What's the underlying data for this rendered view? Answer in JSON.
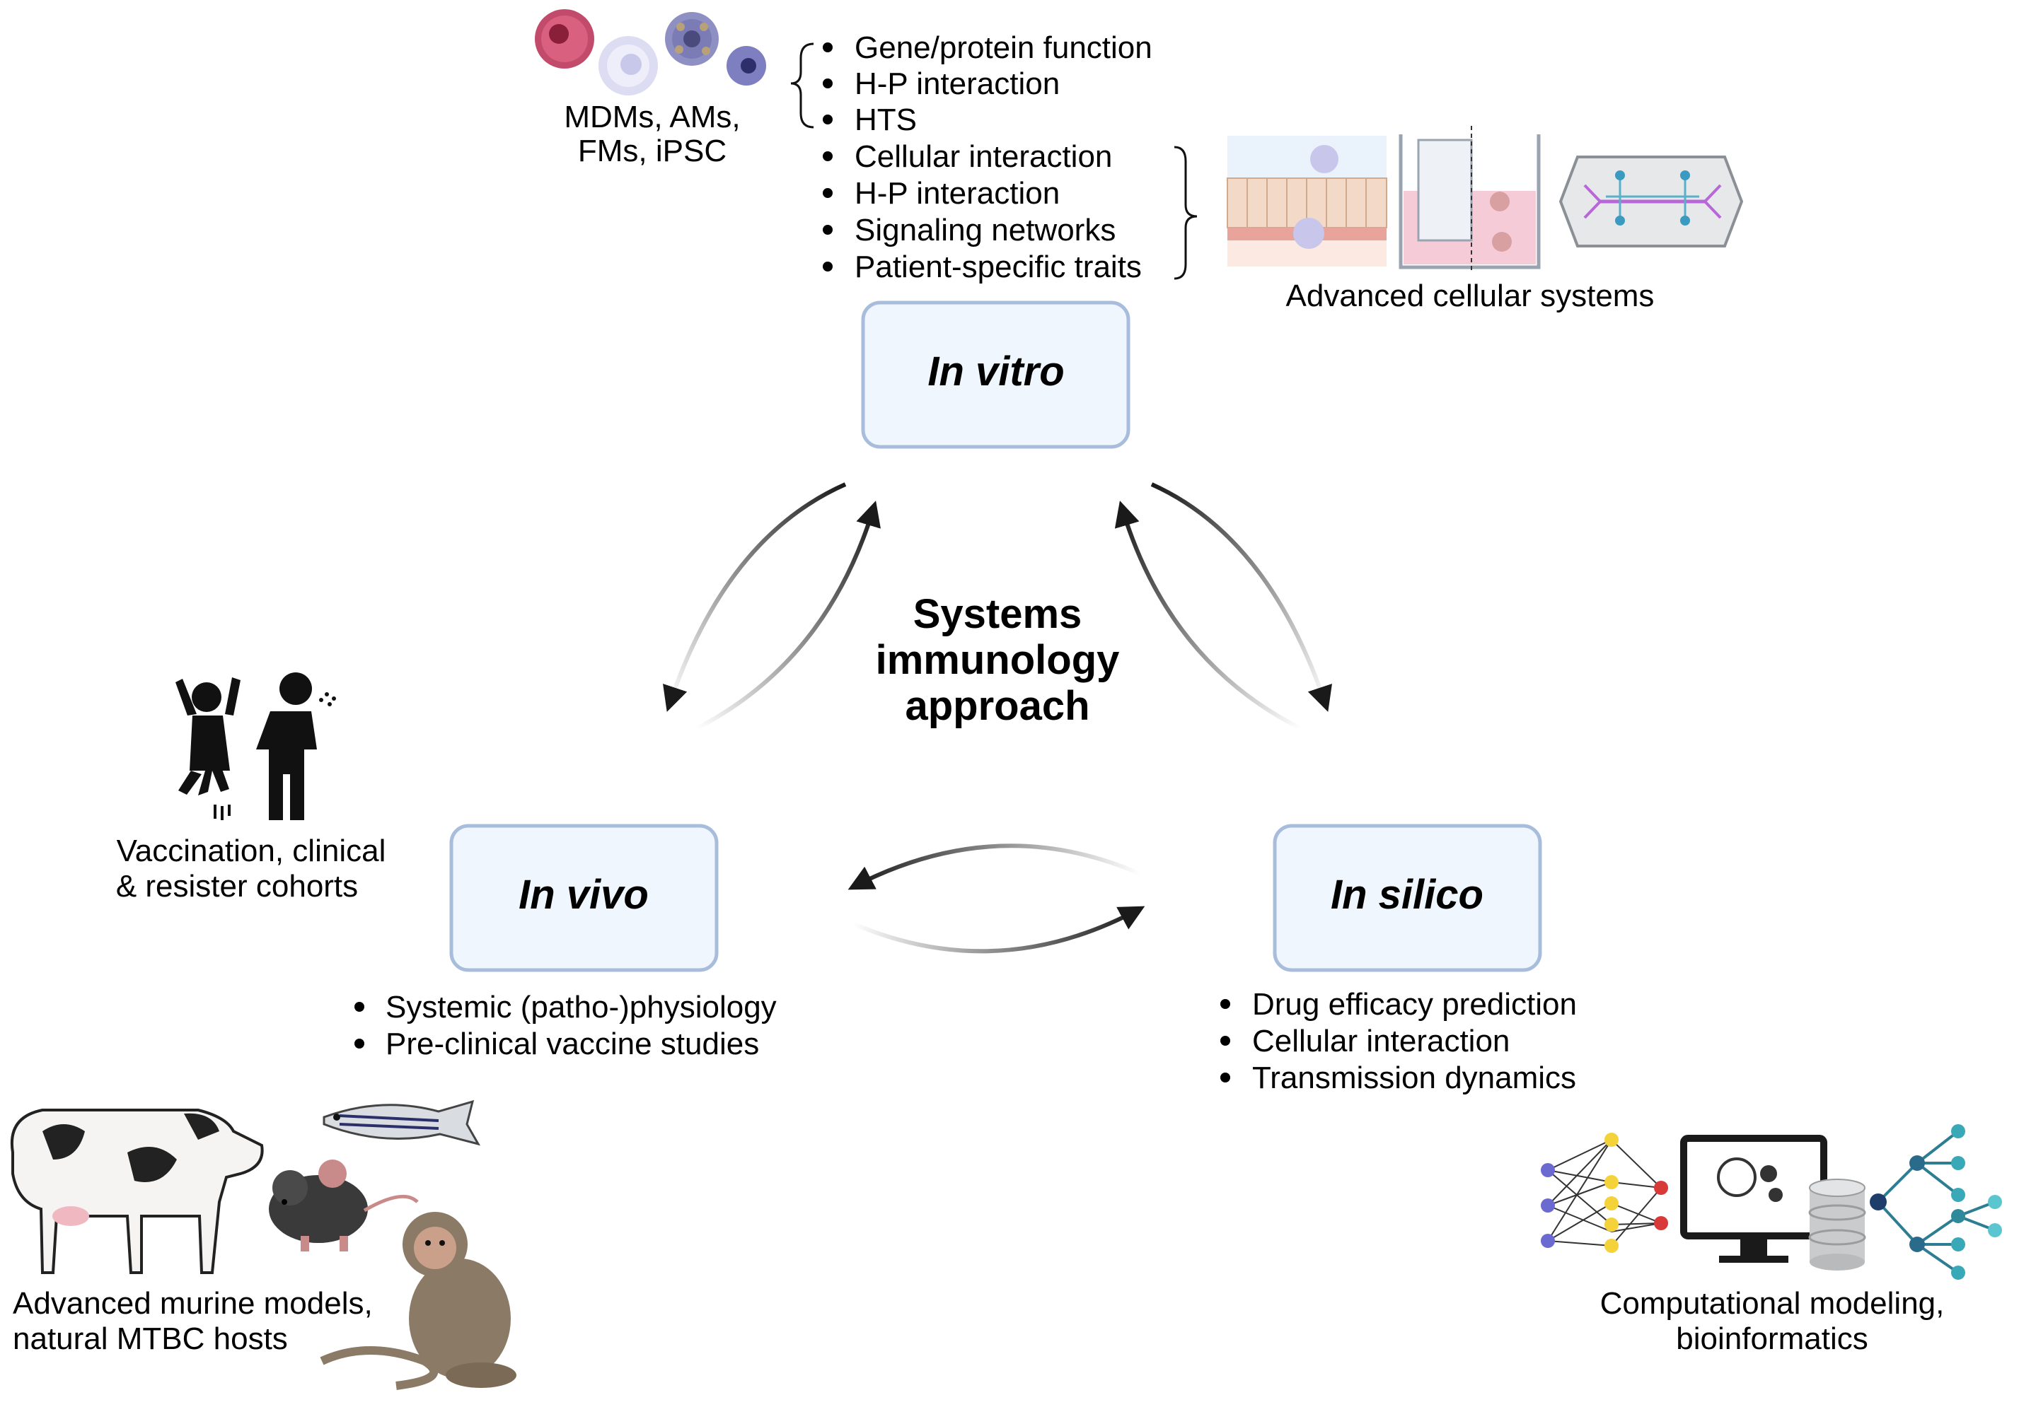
{
  "center_label": [
    "Systems",
    "immunology",
    "approach"
  ],
  "nodes": {
    "in_vitro": "In vitro",
    "in_vivo": "In vivo",
    "in_silico": "In silico"
  },
  "in_vitro": {
    "cells_label": [
      "MDMs, AMs,",
      "FMs, iPSC"
    ],
    "bullets_group1": [
      "Gene/protein function",
      "H-P interaction",
      "HTS"
    ],
    "bullets_group2": [
      "Cellular interaction",
      "H-P interaction",
      "Signaling networks",
      "Patient-specific traits"
    ],
    "advanced_label": "Advanced cellular systems"
  },
  "in_vivo": {
    "cohort_label": [
      "Vaccination, clinical",
      "& resister cohorts"
    ],
    "bullets": [
      "Systemic (patho-)physiology",
      "Pre-clinical vaccine studies"
    ],
    "models_label": [
      "Advanced murine models,",
      "natural MTBC hosts"
    ]
  },
  "in_silico": {
    "bullets": [
      "Drug efficacy prediction",
      "Cellular interaction",
      "Transmission dynamics"
    ],
    "comp_label": [
      "Computational modeling,",
      "bioinformatics"
    ]
  },
  "colors": {
    "box_fill": "#f0f6fd",
    "box_stroke": "#a8bcdc",
    "arrow": "#1a1a1a"
  },
  "icons": [
    "macrophage-cells-icon",
    "epithelium-icon",
    "transwell-icon",
    "organ-on-chip-icon",
    "people-cohort-icon",
    "cow-icon",
    "zebrafish-icon",
    "mouse-icon",
    "monkey-icon",
    "neural-network-icon",
    "computer-icon",
    "database-icon",
    "tree-graph-icon"
  ]
}
